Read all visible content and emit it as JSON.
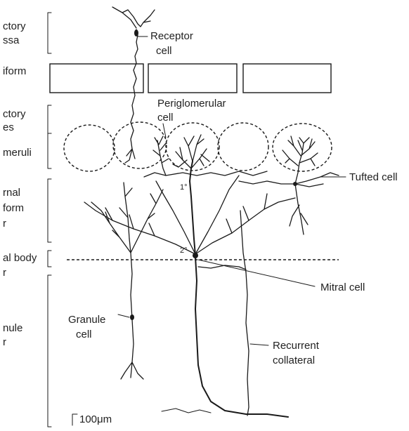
{
  "layers": {
    "fossa_1": "ctory",
    "fossa_2": "ssa",
    "cribriform": "iform",
    "nerves_1": "ctory",
    "nerves_2": "es",
    "glomeruli": "meruli",
    "external_1": "rnal",
    "external_2": "form",
    "external_3": "r",
    "mitral_layer_1": "al body",
    "mitral_layer_2": "r",
    "granule_1": "nule",
    "granule_2": "r"
  },
  "cells": {
    "receptor_1": "Receptor",
    "receptor_2": "cell",
    "periglomerular_1": "Periglomerular",
    "periglomerular_2": "cell",
    "tufted": "Tufted cell",
    "mitral": "Mitral cell",
    "granule_1": "Granule",
    "granule_2": "cell",
    "recurrent_1": "Recurrent",
    "recurrent_2": "collateral"
  },
  "markers": {
    "primary": "1°",
    "secondary": "2°"
  },
  "scale_bar": "100μm"
}
